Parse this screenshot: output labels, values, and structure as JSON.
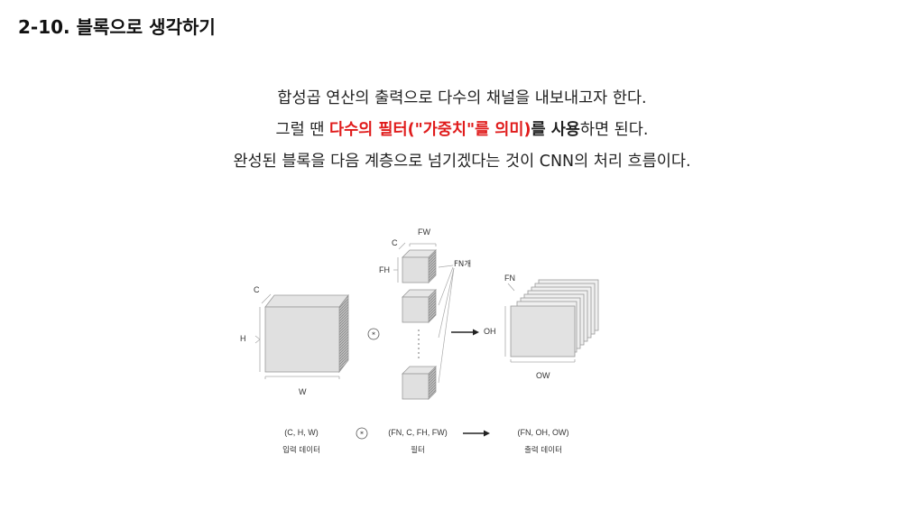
{
  "title": "2-10. 블록으로 생각하기",
  "paragraph": {
    "line1": "합성곱 연산의 출력으로 다수의 채널을 내보내고자 한다.",
    "line2_prefix": "그럴 땐 ",
    "line2_red": "다수의 필터(\"가중치\"를 의미)",
    "line2_bold1": "를 사용",
    "line2_suffix": "하면 된다.",
    "line3": "완성된 블록을 다음 계층으로 넘기겠다는 것이 CNN의 처리 흐름이다."
  },
  "diagram": {
    "input": {
      "c": "C",
      "h": "H",
      "w": "W",
      "shape": "(C, H, W)",
      "caption": "입력 데이터"
    },
    "filter": {
      "c": "C",
      "fh": "FH",
      "fw": "FW",
      "count": "FN개",
      "shape": "(FN, C, FH, FW)",
      "caption": "필터"
    },
    "output": {
      "fn": "FN",
      "oh": "OH",
      "ow": "OW",
      "shape": "(FN, OH, OW)",
      "caption": "출력 데이터"
    },
    "operator_symbol": "⊛"
  }
}
